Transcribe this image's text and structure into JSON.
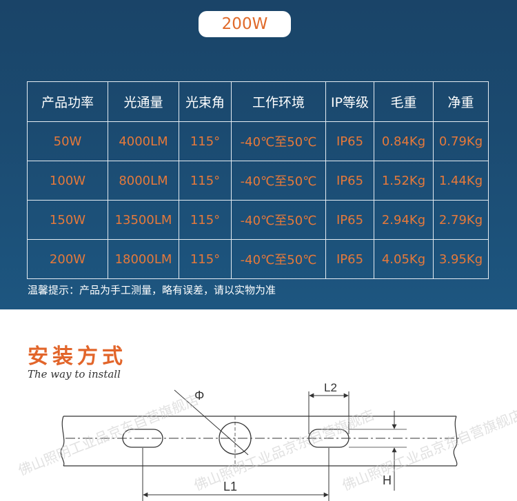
{
  "title": "200W",
  "spec_table": {
    "headers": [
      "产品功率",
      "光通量",
      "光束角",
      "工作环境",
      "IP等级",
      "毛重",
      "净重"
    ],
    "rows": [
      [
        "50W",
        "4000LM",
        "115°",
        "-40℃至50℃",
        "IP65",
        "0.84Kg",
        "0.79Kg"
      ],
      [
        "100W",
        "8000LM",
        "115°",
        "-40℃至50℃",
        "IP65",
        "1.52Kg",
        "1.44Kg"
      ],
      [
        "150W",
        "13500LM",
        "115°",
        "-40℃至50℃",
        "IP65",
        "2.94Kg",
        "2.79Kg"
      ],
      [
        "200W",
        "18000LM",
        "115°",
        "-40℃至50℃",
        "IP65",
        "4.05Kg",
        "3.95Kg"
      ]
    ]
  },
  "note": "温馨提示：产品为手工测量，略有误差，请以实物为准",
  "install": {
    "title": "安装方式",
    "subtitle": "The way to install"
  },
  "diagram": {
    "phi": "Φ",
    "l1": "L1",
    "l2": "L2",
    "h": "H",
    "watermark": "佛山照明工业品京东自营旗舰店"
  },
  "colors": {
    "header_bg": "#1b4a70",
    "accent": "#e06a2a",
    "border": "#e6edf3"
  }
}
